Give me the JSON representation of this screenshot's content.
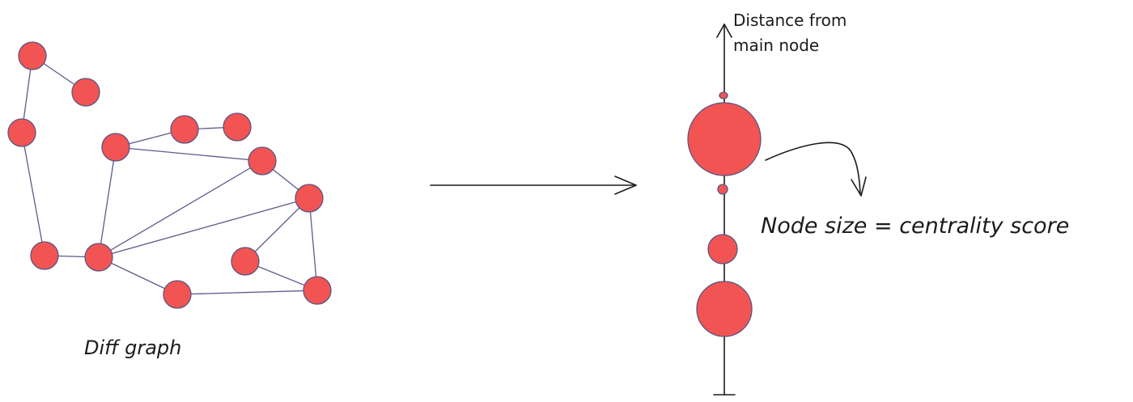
{
  "left": {
    "caption": "Diff graph",
    "nodes": [
      "n1",
      "n2",
      "n3",
      "n4",
      "n5",
      "n6",
      "n7",
      "n8",
      "n9",
      "n10",
      "n11",
      "n12",
      "n13",
      "n14"
    ],
    "edges": [
      [
        "n1",
        "n2"
      ],
      [
        "n1",
        "n3"
      ],
      [
        "n3",
        "n10"
      ],
      [
        "n10",
        "n11"
      ],
      [
        "n11",
        "n4"
      ],
      [
        "n4",
        "n5"
      ],
      [
        "n5",
        "n6"
      ],
      [
        "n4",
        "n7"
      ],
      [
        "n7",
        "n8"
      ],
      [
        "n11",
        "n7"
      ],
      [
        "n11",
        "n8"
      ],
      [
        "n11",
        "n14"
      ],
      [
        "n14",
        "n13"
      ],
      [
        "n8",
        "n12"
      ],
      [
        "n8",
        "n13"
      ],
      [
        "n12",
        "n13"
      ]
    ]
  },
  "right": {
    "axis_label_line1": "Distance from",
    "axis_label_line2": "main node",
    "annotation": "Node size = centrality score"
  },
  "colors": {
    "node_fill": "#f25454",
    "node_stroke": "#5a5580",
    "edge": "#5e5a8a",
    "ink": "#1b1b1b"
  }
}
